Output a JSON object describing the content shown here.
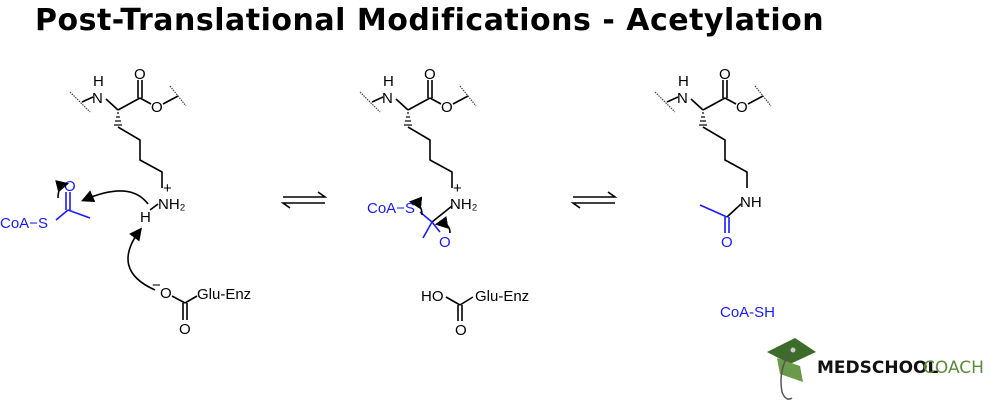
{
  "title": "Post-Translational Modifications - Acetylation",
  "atoms": {
    "N": "N",
    "H": "H",
    "O": "O",
    "NH2": "NH₂",
    "NH": "NH",
    "plus": "+",
    "minus": "−"
  },
  "step1": {
    "coa_s": "CoA−S",
    "glu_enz": "Glu-Enz"
  },
  "step2": {
    "coa_s": "CoA−S",
    "ho": "HO",
    "glu_enz": "Glu-Enz"
  },
  "step3": {
    "coa_sh": "CoA-SH"
  },
  "colors": {
    "acetyl": "#1a1aff",
    "logo_green": "#5a8a3a"
  },
  "logo": {
    "part1": "MEDSCHOOL",
    "part2": "COACH",
    "icon": "graduation-cap-stethoscope-icon"
  }
}
